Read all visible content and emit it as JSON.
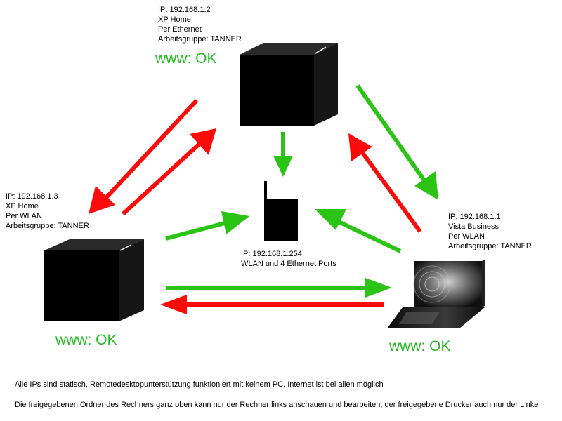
{
  "colors": {
    "green": "#2cc414",
    "red": "#ff0a0a",
    "www_text": "#22bb22"
  },
  "nodes": {
    "top": {
      "lines": [
        "IP: 192.168.1.2",
        "XP Home",
        "Per Ethernet",
        "Arbeitsgruppe: TANNER"
      ],
      "www": "www: OK",
      "icon": "desktop-cube-icon"
    },
    "left": {
      "lines": [
        "IP: 192.168.1.3",
        "XP Home",
        "Per WLAN",
        "Arbeitsgruppe: TANNER"
      ],
      "www": "www: OK",
      "icon": "desktop-cube-icon"
    },
    "right": {
      "lines": [
        "IP: 192.168.1.1",
        "Vista Business",
        "Per WLAN",
        "Arbeitsgruppe: TANNER"
      ],
      "www": "www: OK",
      "icon": "laptop-icon"
    },
    "router": {
      "lines": [
        "IP: 192.168.1.254",
        "WLAN und 4 Ethernet Ports"
      ],
      "icon": "router-icon"
    }
  },
  "notes": [
    "Alle IPs sind statisch, Remotedesktopunterstützung funktioniert mit keinem PC, Internet ist bei allen möglich",
    "Die freigegebenen Ordner des Rechners ganz oben kann nur der Rechner links anschauen und bearbeiten, der freigegebene Drucker auch nur der Linke"
  ]
}
